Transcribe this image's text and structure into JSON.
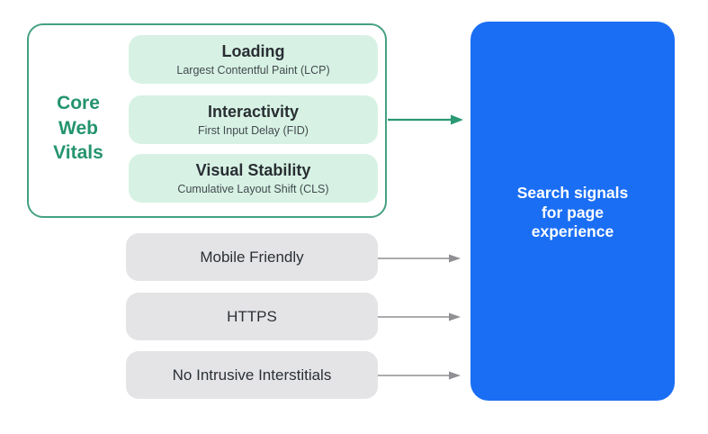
{
  "diagram": {
    "title": "Core Web Vitals and page experience signals diagram",
    "core_web_vitals": {
      "label": "Core\nWeb\nVitals",
      "items": [
        {
          "title": "Loading",
          "subtitle": "Largest Contentful Paint (LCP)"
        },
        {
          "title": "Interactivity",
          "subtitle": "First Input Delay (FID)"
        },
        {
          "title": "Visual Stability",
          "subtitle": "Cumulative Layout Shift (CLS)"
        }
      ]
    },
    "other_signals": [
      {
        "label": "Mobile Friendly"
      },
      {
        "label": "HTTPS"
      },
      {
        "label": "No Intrusive Interstitials"
      }
    ],
    "result": {
      "label": "Search signals\nfor page\nexperience"
    },
    "colors": {
      "green_border": "#44a182",
      "green_text": "#24946f",
      "green_arrow": "#2a9a74",
      "mint_pill_bg": "#d7f2e4",
      "gray_pill_bg": "#e4e4e7",
      "gray_arrow": "#909094",
      "blue_box_bg": "#1a6ef3",
      "dark_text": "#292e33",
      "white_text": "#ffffff"
    }
  }
}
